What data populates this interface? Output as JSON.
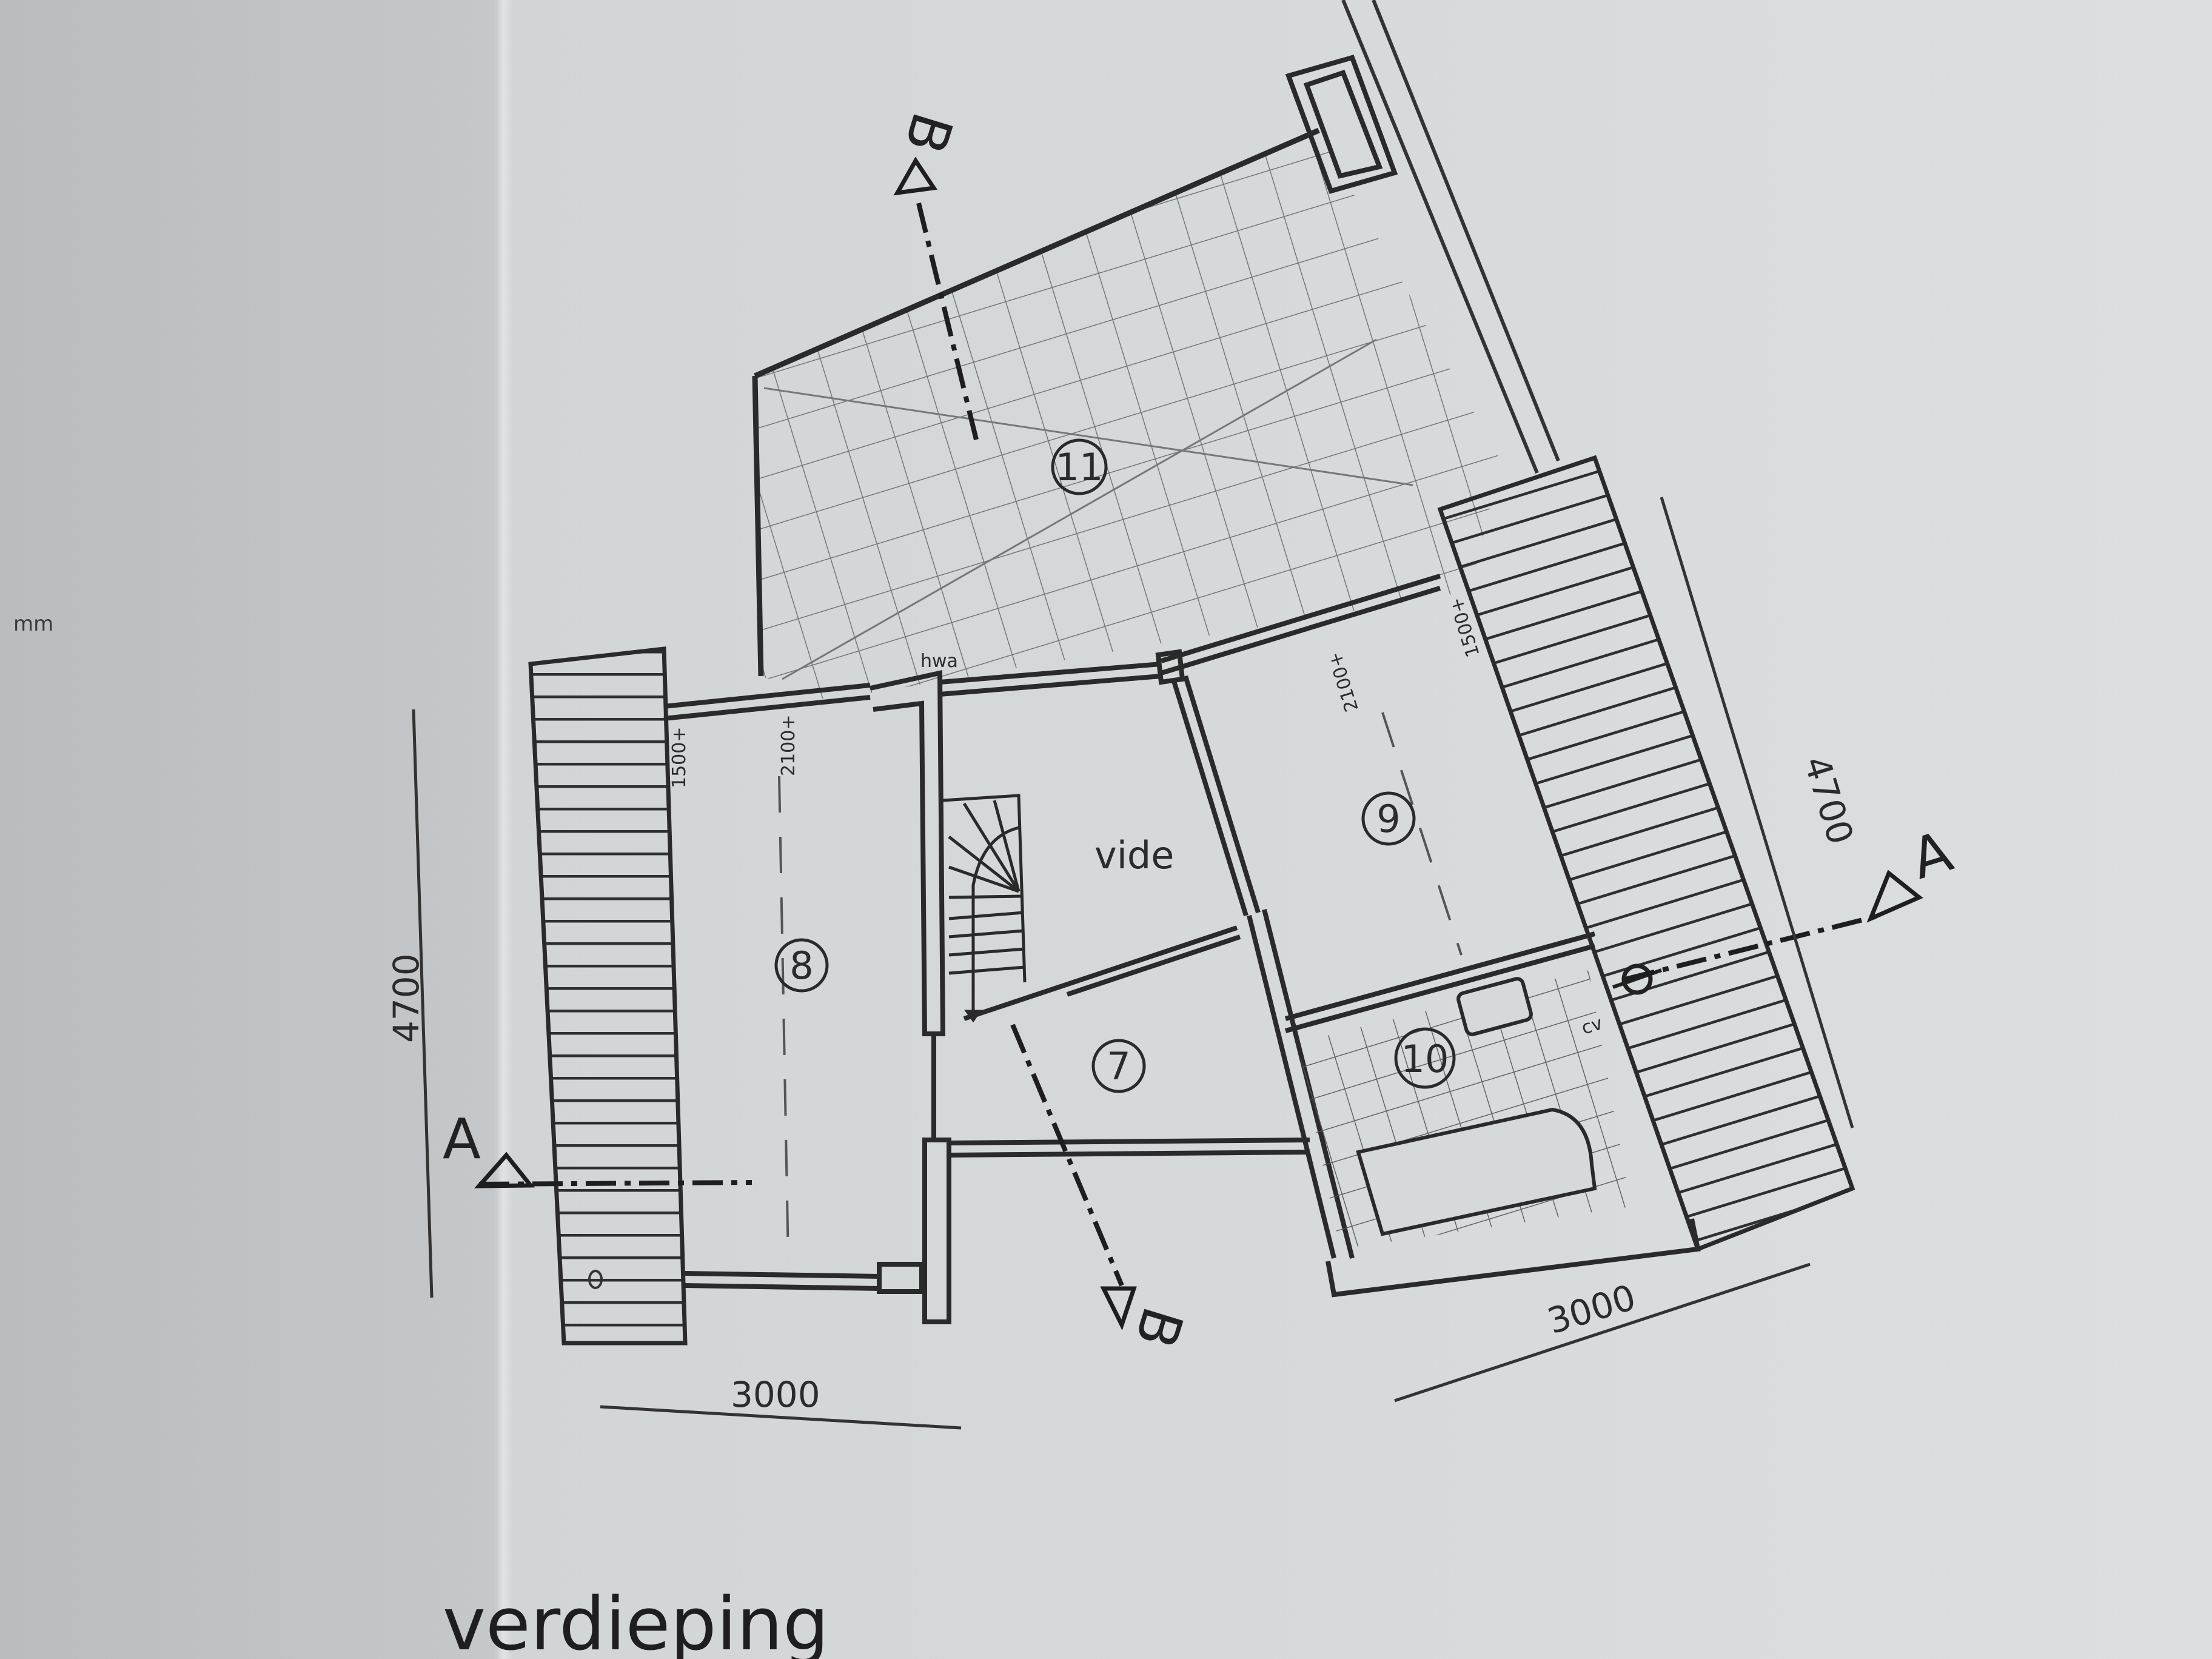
{
  "drawing": {
    "title": "verdieping",
    "unit_label": "mm",
    "dimensions": {
      "left_height": "4700",
      "left_width": "3000",
      "right_height": "4700",
      "right_width": "3000"
    },
    "heights": {
      "left_eave": "1500+",
      "left_mid": "2100+",
      "right_mid": "2100+",
      "right_eave": "1500+"
    },
    "rooms": [
      {
        "id": "7",
        "label": "7"
      },
      {
        "id": "8",
        "label": "8"
      },
      {
        "id": "9",
        "label": "9"
      },
      {
        "id": "10",
        "label": "10"
      },
      {
        "id": "11",
        "label": "11"
      }
    ],
    "labels": {
      "void": "vide",
      "rainwater_pipe": "hwa",
      "boiler": "cv"
    },
    "section_markers": {
      "a_left": "A",
      "a_right": "A",
      "b_top": "B",
      "b_bottom": "B"
    }
  }
}
